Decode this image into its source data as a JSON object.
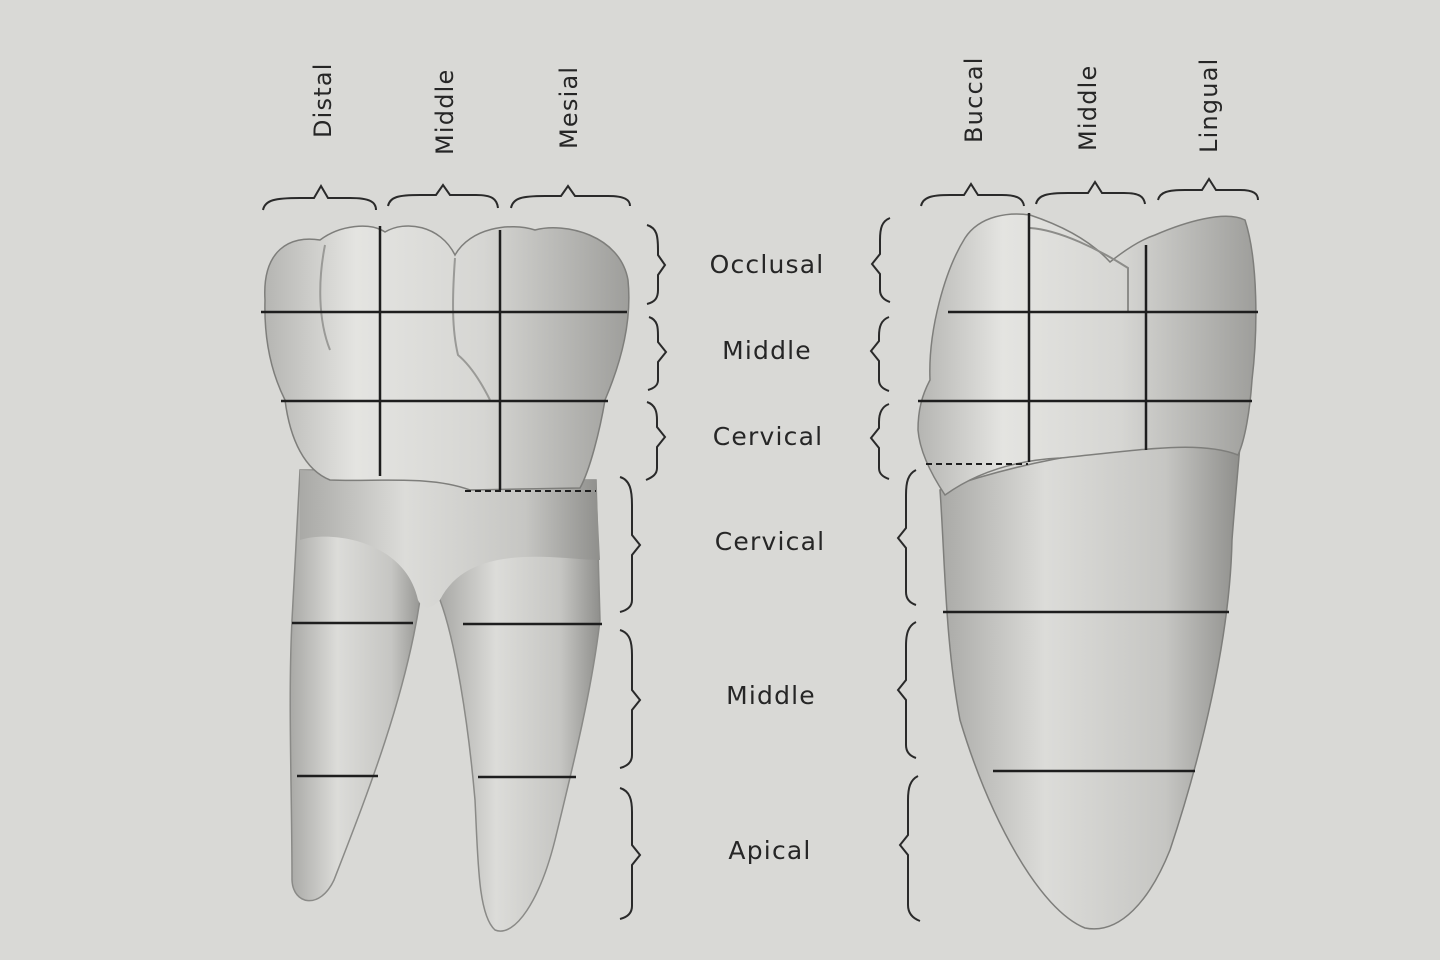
{
  "diagram": {
    "left_tooth": {
      "column_labels": [
        "Distal",
        "Middle",
        "Mesial"
      ]
    },
    "right_tooth": {
      "column_labels": [
        "Buccal",
        "Middle",
        "Lingual"
      ]
    },
    "crown_thirds": [
      "Occlusal",
      "Middle",
      "Cervical"
    ],
    "root_thirds": [
      "Cervical",
      "Middle",
      "Apical"
    ]
  }
}
